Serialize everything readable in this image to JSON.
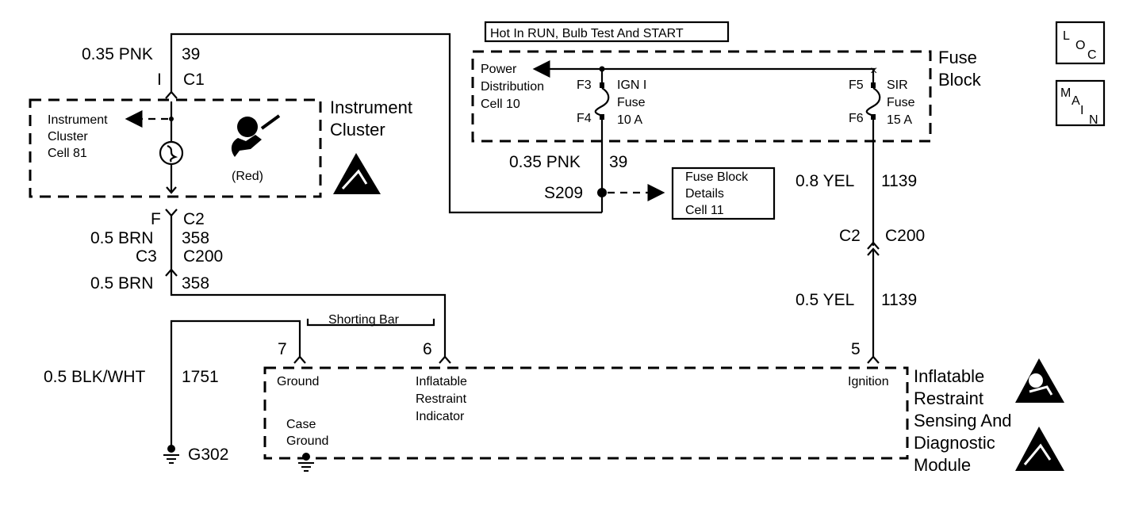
{
  "header": {
    "hot_label": "Hot In RUN, Bulb Test And START"
  },
  "nav": {
    "loc": [
      "L",
      "O",
      "C"
    ],
    "main": [
      "M",
      "A",
      "I",
      "N"
    ]
  },
  "fuse_block": {
    "title_line1": "Fuse",
    "title_line2": "Block",
    "power_dist": [
      "Power",
      "Distribution",
      "Cell 10"
    ],
    "f3": "F3",
    "f4": "F4",
    "f5": "F5",
    "f6": "F6",
    "ign_fuse": [
      "IGN I",
      "Fuse",
      "10 A"
    ],
    "sir_fuse": [
      "SIR",
      "Fuse",
      "15 A"
    ]
  },
  "instrument_cluster": {
    "title_line1": "Instrument",
    "title_line2": "Cluster",
    "ref": [
      "Instrument",
      "Cluster",
      "Cell 81"
    ],
    "lamp_color": "(Red)"
  },
  "splice": {
    "name": "S209",
    "details": [
      "Fuse Block",
      "Details",
      "Cell 11"
    ]
  },
  "wires": {
    "top_left_gauge": "0.35 PNK",
    "top_left_circuit": "39",
    "c1_pin": "I",
    "c1": "C1",
    "c2_pin": "F",
    "c2": "C2",
    "brn_gauge_a": "0.5 BRN",
    "brn_circuit_a": "358",
    "c3": "C3",
    "c200_left": "C200",
    "brn_gauge_b": "0.5 BRN",
    "brn_circuit_b": "358",
    "pnk_mid_gauge": "0.35 PNK",
    "pnk_mid_circuit": "39",
    "yel_gauge_a": "0.8 YEL",
    "yel_circuit_a": "1139",
    "c2_right": "C2",
    "c200_right": "C200",
    "yel_gauge_b": "0.5 YEL",
    "yel_circuit_b": "1139",
    "blk_gauge": "0.5 BLK/WHT",
    "blk_circuit": "1751",
    "ground_name": "G302"
  },
  "module": {
    "title": [
      "Inflatable",
      "Restraint",
      "Sensing And",
      "Diagnostic",
      "Module"
    ],
    "shorting_bar": "Shorting Bar",
    "pin7": "7",
    "pin6": "6",
    "pin5": "5",
    "ground_label": "Ground",
    "indicator_label": [
      "Inflatable",
      "Restraint",
      "Indicator"
    ],
    "ignition_label": "Ignition",
    "case_ground": [
      "Case",
      "Ground"
    ]
  }
}
